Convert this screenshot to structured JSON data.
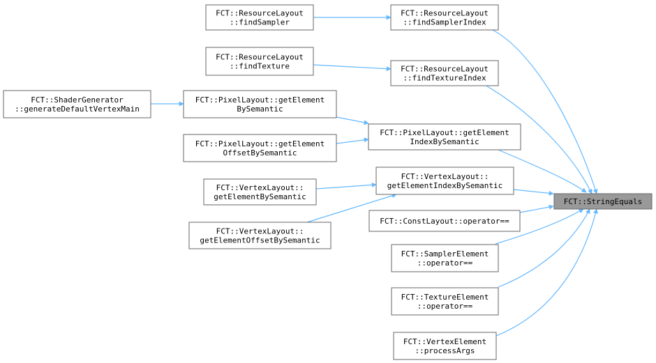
{
  "colors": {
    "edge": "#63b8ff",
    "node_border": "#666666",
    "node_fill": "#ffffff",
    "focus_fill": "#999999"
  },
  "nodes": {
    "string_equals": [
      "FCT::StringEquals"
    ],
    "find_sampler_index": [
      "FCT::ResourceLayout",
      "::findSamplerIndex"
    ],
    "find_sampler": [
      "FCT::ResourceLayout",
      "::findSampler"
    ],
    "find_texture_index": [
      "FCT::ResourceLayout",
      "::findTextureIndex"
    ],
    "find_texture": [
      "FCT::ResourceLayout",
      "::findTexture"
    ],
    "pixel_get_element_index": [
      "FCT::PixelLayout::getElement",
      "IndexBySemantic"
    ],
    "pixel_get_element": [
      "FCT::PixelLayout::getElement",
      "BySemantic"
    ],
    "pixel_get_element_offset": [
      "FCT::PixelLayout::getElement",
      "OffsetBySemantic"
    ],
    "shader_generate_default": [
      "FCT::ShaderGenerator",
      "::generateDefaultVertexMain"
    ],
    "vertex_get_element_index": [
      "FCT::VertexLayout::",
      "getElementIndexBySemantic"
    ],
    "vertex_get_element": [
      "FCT::VertexLayout::",
      "getElementBySemantic"
    ],
    "vertex_get_element_offset": [
      "FCT::VertexLayout::",
      "getElementOffsetBySemantic"
    ],
    "const_layout_operator": [
      "FCT::ConstLayout::operator=="
    ],
    "sampler_element_operator": [
      "FCT::SamplerElement",
      "::operator=="
    ],
    "texture_element_operator": [
      "FCT::TextureElement",
      "::operator=="
    ],
    "vertex_element_process": [
      "FCT::VertexElement",
      "::processArgs"
    ]
  }
}
